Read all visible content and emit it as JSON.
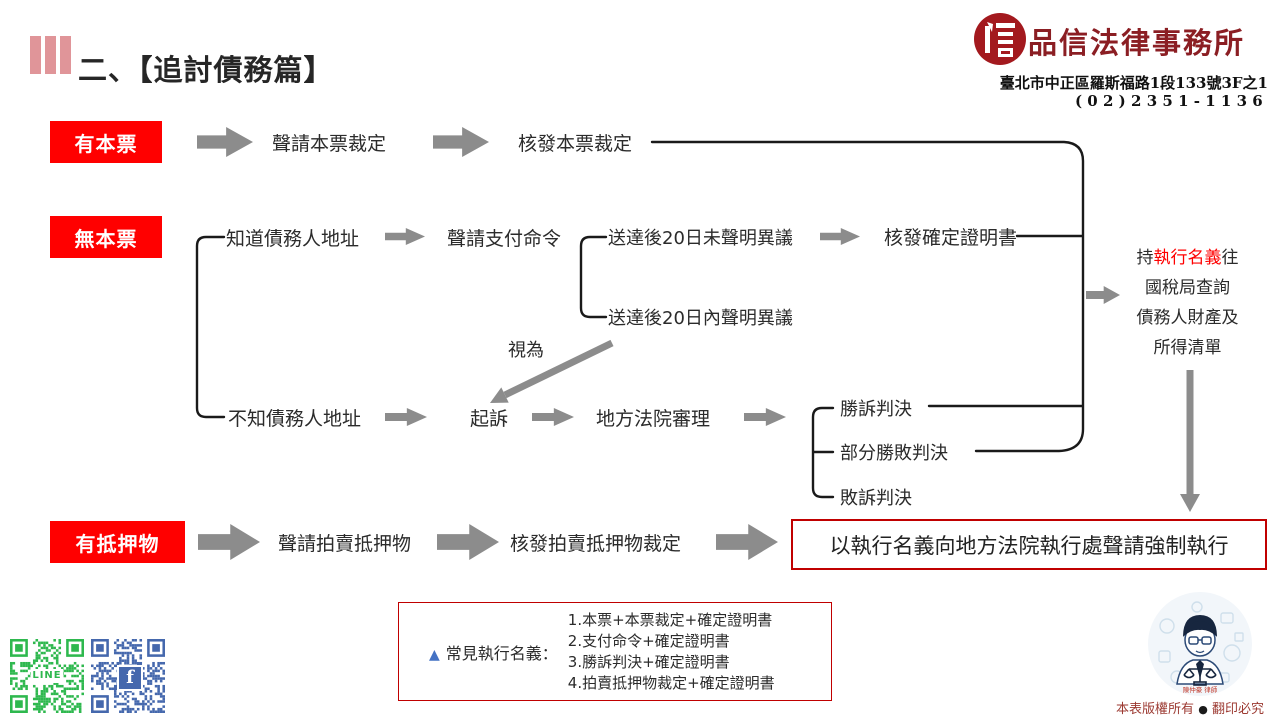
{
  "title": {
    "text": "二、【追討債務篇】"
  },
  "firm": {
    "name": "品信法律事務所",
    "address": "臺北市中正區羅斯福路1段133號3F之1",
    "phone": "(02)2351-1136"
  },
  "flow": {
    "has_note": {
      "label": "有本票",
      "step1": "聲請本票裁定",
      "step2": "核發本票裁定"
    },
    "no_note": {
      "label": "無本票",
      "known_addr": "知道債務人地址",
      "payment_order": "聲請支付命令",
      "no_objection": "送達後20日未聲明異議",
      "cert": "核發確定證明書",
      "objection": "送達後20日內聲明異議",
      "deemed": "視為",
      "unknown_addr": "不知債務人地址",
      "sue": "起訴",
      "court": "地方法院審理",
      "win": "勝訴判決",
      "partial": "部分勝敗判決",
      "lose": "敗訴判決"
    },
    "collateral": {
      "label": "有抵押物",
      "step1": "聲請拍賣抵押物",
      "step2": "核發拍賣抵押物裁定",
      "result": "以執行名義向地方法院執行處聲請強制執行"
    },
    "tax": {
      "l1a": "持",
      "l1b": "執行名義",
      "l1c": "往",
      "l2": "國稅局查詢",
      "l3": "債務人財產及",
      "l4": "所得清單"
    }
  },
  "legend": {
    "bullet": "▲",
    "title": "常見執行名義：",
    "items": [
      "1.本票+本票裁定+確定證明書",
      "2.支付命令+確定證明書",
      "3.勝訴判決+確定證明書",
      "4.拍賣抵押物裁定+確定證明書"
    ]
  },
  "footer": {
    "line_label": "LINE",
    "fb_label": "f",
    "avatar_name": "陳仲豪 律師",
    "copyright_pre": "本表版權所有",
    "copyright_dot": "●",
    "copyright_post": "翻印必究"
  },
  "colors": {
    "header_red": "#ff0000",
    "firm_red": "#8b1e23",
    "border_red": "#c00000",
    "arrow_gray": "#8c8c8c",
    "legend_blue": "#4472c4",
    "line_green": "#2eb84e",
    "facebook_blue": "#4568ad",
    "highlight_red": "#ff0000",
    "copyright_red": "#9c3a32"
  }
}
